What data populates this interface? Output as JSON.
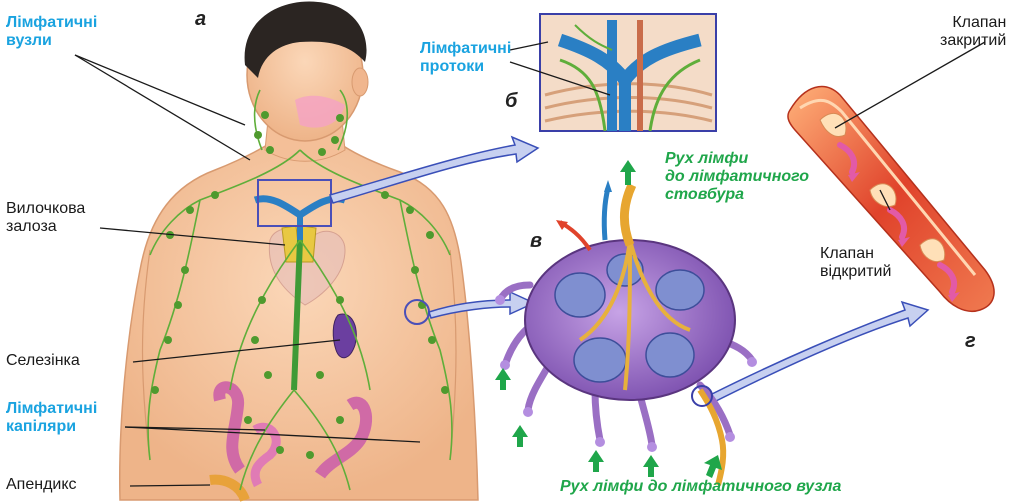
{
  "labels": {
    "a": "а",
    "b": "б",
    "v": "в",
    "g": "г",
    "lymph_nodes_line1": "Лімфатичні",
    "lymph_nodes_line2": "вузли",
    "lymph_ducts_line1": "Лімфатичні",
    "lymph_ducts_line2": "протоки",
    "thymus_line1": "Вилочкова",
    "thymus_line2": "залоза",
    "spleen": "Селезінка",
    "lymph_capillaries_line1": "Лімфатичні",
    "lymph_capillaries_line2": "капіляри",
    "appendix": "Апендикс",
    "flow_trunk_line1": "Рух лімфи",
    "flow_trunk_line2": "до лімфатичного",
    "flow_trunk_line3": "стовбура",
    "flow_node": "Рух лімфи до лімфатичного вузла",
    "valve_closed_line1": "Клапан",
    "valve_closed_line2": "закритий",
    "valve_open_line1": "Клапан",
    "valve_open_line2": "відкритий"
  },
  "colors": {
    "label_blue": "#1aa3e0",
    "label_green": "#1fa64a",
    "vessel_green": "#5fae3a",
    "duct_blue": "#2a7fc4",
    "node_purple": "#9a6fc4",
    "vessel_red": "#e0432b",
    "skin": "#f6c6a0"
  }
}
